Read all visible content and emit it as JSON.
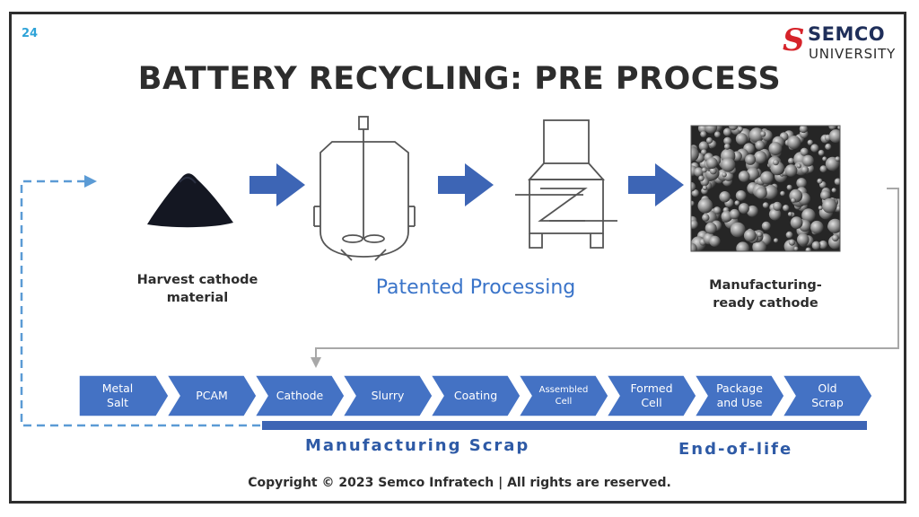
{
  "page_number": "24",
  "title": "BATTERY RECYCLING: PRE PROCESS",
  "logo": {
    "name": "SEMCO",
    "sub": "UNIVERSITY"
  },
  "steps": [
    {
      "label": "Harvest cathode material",
      "image": "powder-pile-icon"
    },
    {
      "label": "mixing-reactor",
      "image": "mixing-reactor-icon"
    },
    {
      "label": "dryer",
      "image": "dryer-icon"
    },
    {
      "label": "Manufacturing-ready cathode",
      "image": "cathode-micrograph-image"
    }
  ],
  "captions": {
    "harvest_line1": "Harvest cathode",
    "harvest_line2": "material",
    "patented": "Patented Processing",
    "ready_line1": "Manufacturing-",
    "ready_line2": "ready cathode"
  },
  "lifecycle": {
    "stages": [
      {
        "line1": "Metal",
        "line2": "Salt"
      },
      {
        "line1": "PCAM",
        "line2": ""
      },
      {
        "line1": "Cathode",
        "line2": ""
      },
      {
        "line1": "Slurry",
        "line2": ""
      },
      {
        "line1": "Coating",
        "line2": ""
      },
      {
        "line1": "Assembled",
        "line2": "Cell"
      },
      {
        "line1": "Formed",
        "line2": "Cell"
      },
      {
        "line1": "Package",
        "line2": "and Use"
      },
      {
        "line1": "Old",
        "line2": "Scrap"
      }
    ],
    "manufacturing_scrap": "Manufacturing Scrap",
    "end_of_life": "End-of-life"
  },
  "colors": {
    "chevron": "#4472c4",
    "arrow": "#3d65b5",
    "dashed": "#5b9bd5",
    "accent": "#2ea3d8"
  },
  "copyright": "Copyright © 2023 Semco Infratech | All rights are reserved."
}
